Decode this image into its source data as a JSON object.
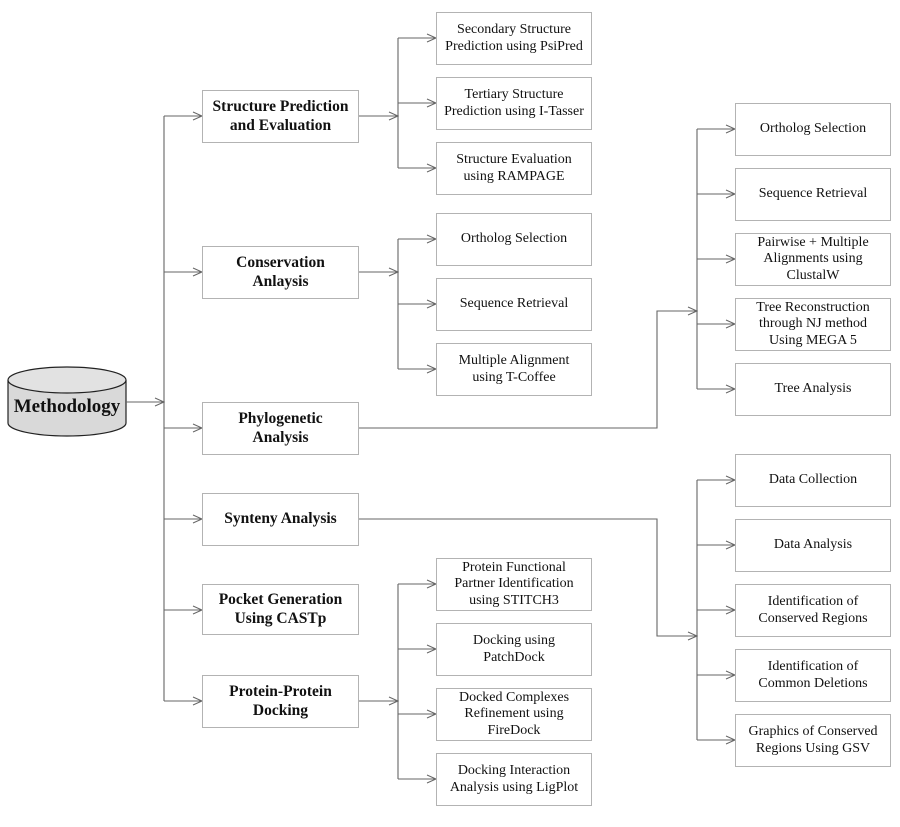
{
  "root": {
    "label": "Methodology",
    "shape": "cylinder",
    "fill": "#d9d9d9"
  },
  "branches": [
    {
      "label": "Structure Prediction\nand Evaluation",
      "children": [
        "Secondary Structure\nPrediction using PsiPred",
        "Tertiary Structure\nPrediction using I-Tasser",
        "Structure Evaluation\nusing RAMPAGE"
      ]
    },
    {
      "label": "Conservation\nAnlaysis",
      "children": [
        "Ortholog Selection",
        "Sequence Retrieval",
        "Multiple Alignment\nusing T-Coffee"
      ]
    },
    {
      "label": "Phylogenetic\nAnalysis",
      "children": [
        "Ortholog Selection",
        "Sequence Retrieval",
        "Pairwise + Multiple\nAlignments using\nClustalW",
        "Tree Reconstruction\nthrough NJ method\nUsing MEGA 5",
        "Tree Analysis"
      ]
    },
    {
      "label": "Synteny Analysis",
      "children": [
        "Data Collection",
        "Data Analysis",
        "Identification of\nConserved Regions",
        "Identification of\nCommon Deletions",
        "Graphics of Conserved\nRegions Using GSV"
      ]
    },
    {
      "label": "Pocket Generation\nUsing CASTp",
      "children": []
    },
    {
      "label": "Protein-Protein\nDocking",
      "children": [
        "Protein Functional\nPartner Identification\nusing STITCH3",
        "Docking using\nPatchDock",
        "Docked Complexes\nRefinement using\nFireDock",
        "Docking Interaction\nAnalysis using LigPlot"
      ]
    }
  ],
  "colors": {
    "line": "#666666",
    "box_border": "#b3b3b3",
    "root_fill": "#d9d9d9"
  }
}
